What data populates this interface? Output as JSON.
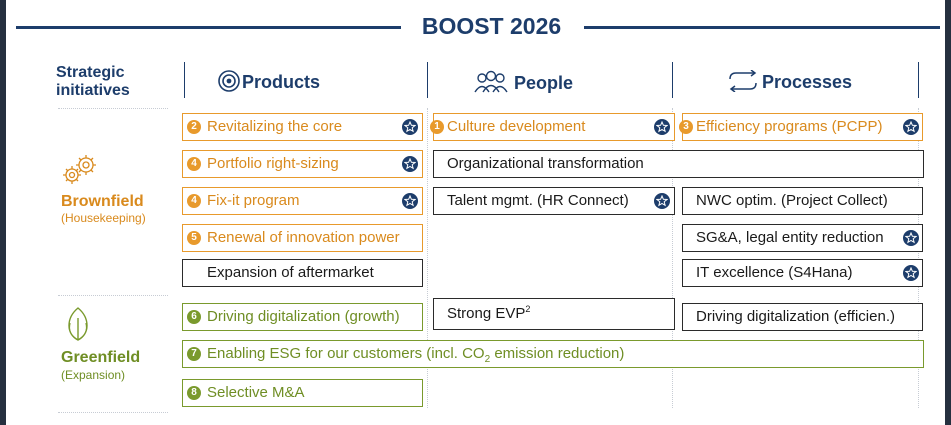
{
  "title": "BOOST 2026",
  "header": {
    "strategic_label_1": "Strategic",
    "strategic_label_2": "initiatives",
    "col_products": "Products",
    "col_people": "People",
    "col_processes": "Processes"
  },
  "sections": {
    "brownfield": {
      "label": "Brownfield",
      "sub": "(Housekeeping)"
    },
    "greenfield": {
      "label": "Greenfield",
      "sub": "(Expansion)"
    }
  },
  "products": [
    {
      "num": "2",
      "text": "Revitalizing the core",
      "starred": true
    },
    {
      "num": "4",
      "text": "Portfolio right-sizing",
      "starred": true
    },
    {
      "num": "4",
      "text": "Fix-it program",
      "starred": true
    },
    {
      "num": "5",
      "text": "Renewal of innovation power",
      "starred": false
    },
    {
      "num": "",
      "text": "Expansion of aftermarket",
      "starred": false
    },
    {
      "num": "6",
      "text": "Driving digitalization (growth)",
      "starred": false
    },
    {
      "num": "8",
      "text": "Selective M&A",
      "starred": false
    }
  ],
  "people": [
    {
      "num": "1",
      "text": "Culture development",
      "starred": true
    },
    {
      "num": "",
      "text": "Organizational transformation",
      "starred": false
    },
    {
      "num": "",
      "text": "Talent mgmt. (HR Connect)",
      "starred": true
    },
    {
      "num": "",
      "text": "Strong EVP",
      "sup": "2",
      "starred": false
    }
  ],
  "processes": [
    {
      "num": "3",
      "text": "Efficiency programs (PCPP)",
      "starred": true
    },
    {
      "num": "",
      "text": "NWC optim. (Project Collect)",
      "starred": false
    },
    {
      "num": "",
      "text": "SG&A, legal entity reduction",
      "starred": true
    },
    {
      "num": "",
      "text": "IT excellence (S4Hana)",
      "starred": true
    },
    {
      "num": "",
      "text": "Driving digitalization (efficien.)",
      "starred": false
    }
  ],
  "esg": {
    "num": "7",
    "text_a": "Enabling ESG for our customers (incl. CO",
    "sub": "2",
    "text_b": " emission reduction)"
  },
  "icons": [
    "products-icon",
    "people-icon",
    "processes-icon",
    "gears-icon",
    "leaf-icon",
    "star-badge-icon"
  ],
  "colors": {
    "navy": "#1d3d6b",
    "orange": "#e89a2c",
    "green": "#7a9a2d",
    "brown": "#e07b1f"
  }
}
